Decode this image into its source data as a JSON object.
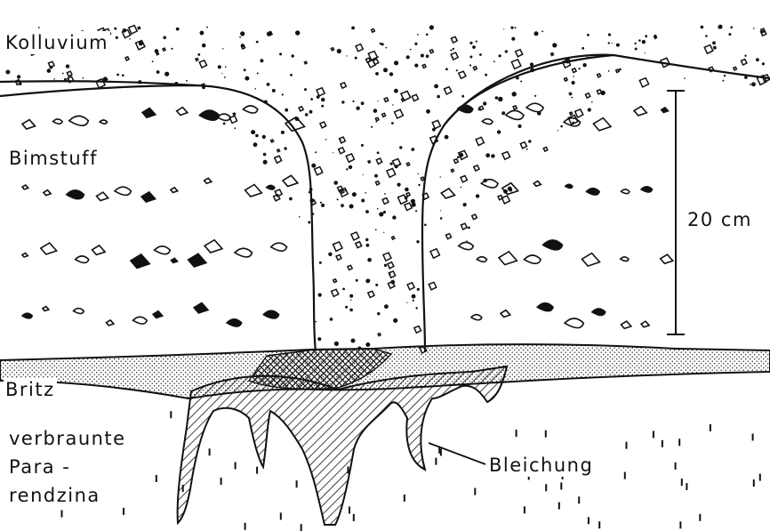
{
  "labels": {
    "kolluvium": "Kolluvium",
    "bimstuff": "Bimstuff",
    "britz": "Britz",
    "verbraunte": "verbraunte",
    "para": "Para -",
    "rendzina": "rendzina",
    "bleichung": "Bleichung",
    "scale": "20 cm"
  },
  "colors": {
    "ink": "#111111",
    "background": "#ffffff"
  }
}
